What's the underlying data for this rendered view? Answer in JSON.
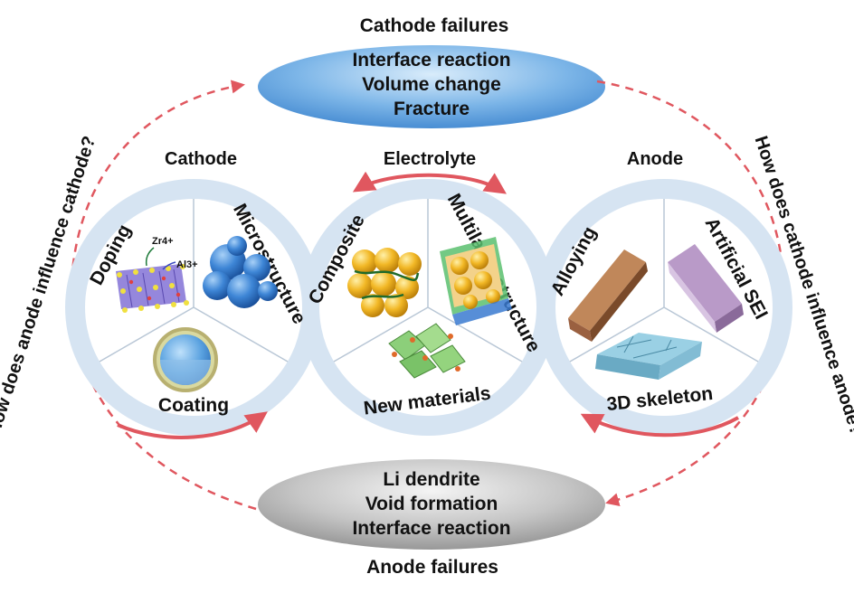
{
  "cathode_failures": {
    "title": "Cathode failures",
    "items": [
      "Interface reaction",
      "Volume change",
      "Fracture"
    ]
  },
  "anode_failures": {
    "title": "Anode failures",
    "items": [
      "Li dendrite",
      "Void formation",
      "Interface reaction"
    ]
  },
  "side_labels": {
    "left": "How does anode influence cathode?",
    "right": "How does cathode influence anode?"
  },
  "cathode": {
    "title": "Cathode",
    "segments": [
      "Doping",
      "Microstructure",
      "Coating"
    ],
    "ion_labels": [
      "Zr4+",
      "Al3+"
    ]
  },
  "electrolyte": {
    "title": "Electrolyte",
    "segments": [
      "Composite",
      "Multilayer structure",
      "New materials"
    ]
  },
  "anode": {
    "title": "Anode",
    "segments": [
      "Alloying",
      "Artificial SEI",
      "3D skeleton"
    ]
  },
  "colors": {
    "cathode_ellipse": "#4f96d8",
    "anode_ellipse": "#9c9c9c",
    "ring": "#d6e4f2",
    "arrow": "#e0575f"
  }
}
